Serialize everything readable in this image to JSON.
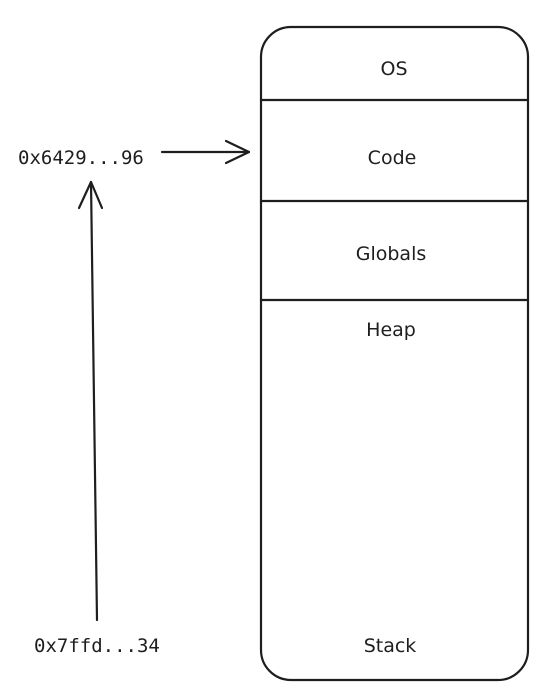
{
  "memory": {
    "segments": {
      "os": "OS",
      "code": "Code",
      "globals": "Globals",
      "heap": "Heap",
      "stack": "Stack"
    }
  },
  "addresses": {
    "code_address": "0x6429...96",
    "stack_address": "0x7ffd...34"
  }
}
